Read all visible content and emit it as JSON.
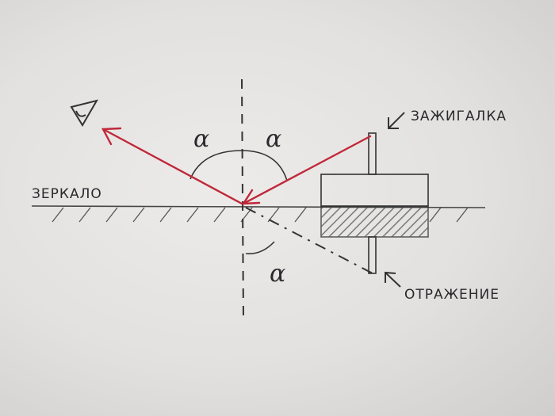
{
  "labels": {
    "mirror": "ЗЕРКАЛО",
    "lighter": "ЗАЖИГАЛКА",
    "reflection": "ОТРАЖЕНИЕ",
    "angle_left": "α",
    "angle_right": "α",
    "angle_bottom": "α"
  },
  "colors": {
    "ray": "#c0283a",
    "pencil": "#2a2a2e",
    "paper": "#e6e5e3"
  }
}
